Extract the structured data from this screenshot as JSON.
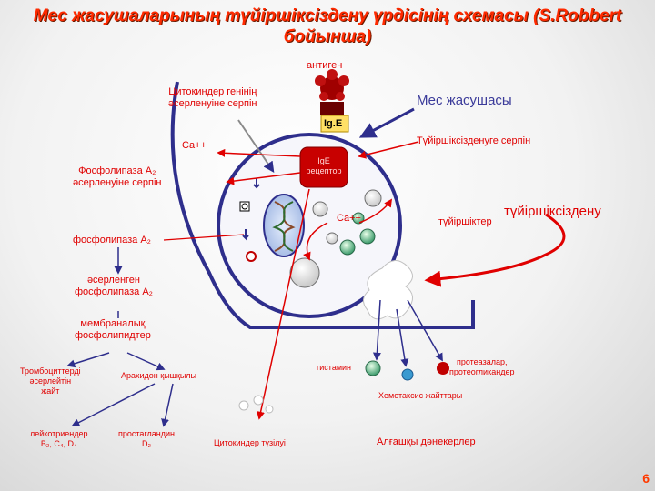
{
  "title_line1": "Мес жасушаларының түйіршіксіздену үрдісінің схемасы (S.Robbert",
  "title_line2": "бойынша)",
  "labels": {
    "antigen": "антиген",
    "cytokine_gene": "Цитокиндер генінің\nәсерленуіне серпін",
    "mast_cell": "Мес жасушасы",
    "ige": "Ig.E",
    "degranulation_signal": "Түйіршіксізденуге серпін",
    "ca1": "Ca++",
    "ige_receptor": "IgE\nрецептор",
    "phospholipase_activation": "Фосфолипаза A₂\nәсерленуіне серпін",
    "ca2": "Ca++",
    "granules": "түйіршіктер",
    "degranulation": "түйіршіксіздену",
    "phospholipase": "фосфолипаза A₂",
    "activated_phospholipase": "әсерленген\nфосфолипаза A₂",
    "membrane_phospholipids": "мембраналық\nфосфолипидтер",
    "platelet_factor": "Тромбоциттерді\nәсерлейтін\nжайт",
    "arachidonic_acid": "Арахидон қышқылы",
    "histamine": "гистамин",
    "proteases": "протеазалар,\nпротеогликандер",
    "chemotaxis": "Хемотаксис жайттары",
    "leukotrienes": "лейкотриендер\nB₂, C₄, D₄",
    "prostaglandin": "простагландин\nD₂",
    "cytokine_release": "Цитокиндер түзілуі",
    "primary_mediators": "Алғашқы дәнекерлер",
    "page_number": "6"
  },
  "colors": {
    "title": "#ff2a00",
    "arrow_red": "#e00000",
    "cell_blue": "#2e2e8c",
    "nucleus_fill": "#bcd0ee"
  }
}
